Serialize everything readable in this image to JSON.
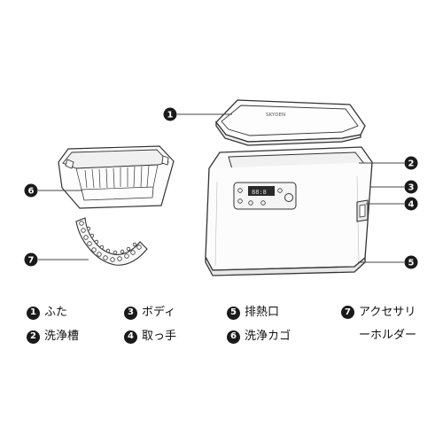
{
  "product_brand_marking": "SKYDEN",
  "callouts": [
    {
      "number": "1",
      "label": "ふた"
    },
    {
      "number": "2",
      "label": "洗浄槽"
    },
    {
      "number": "3",
      "label": "ボディ"
    },
    {
      "number": "4",
      "label": "取っ手"
    },
    {
      "number": "5",
      "label": "排熱口"
    },
    {
      "number": "6",
      "label": "洗浄カゴ"
    },
    {
      "number": "7",
      "label": "アクセサリーホルダー",
      "label_line1": "アクセサリ",
      "label_line2": "ーホルダー"
    }
  ]
}
